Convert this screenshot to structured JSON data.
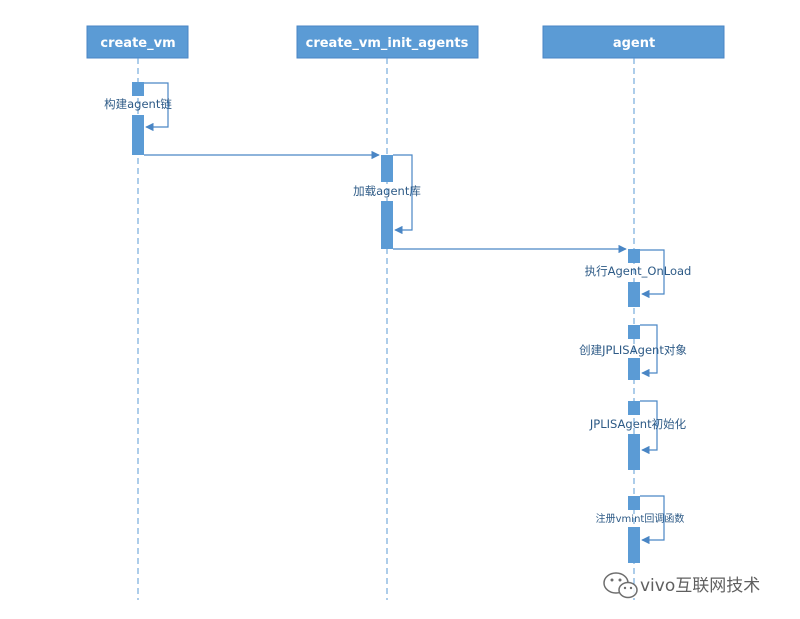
{
  "participants": {
    "create_vm": "create_vm",
    "init_agents": "create_vm_init_agents",
    "agent": "agent"
  },
  "messages": {
    "build_chain": "构建agent链",
    "load_lib": "加载agent库",
    "exec_onload": "执行Agent_OnLoad",
    "create_obj": "创建JPLISAgent对象",
    "init_obj": "JPLISAgent初始化",
    "register_cb": "注册vmint回调函数"
  },
  "watermark": {
    "text": "vivo互联网技术",
    "icon": "wechat-icon"
  },
  "colors": {
    "header": "#5b9bd5",
    "lifeline": "#5b9bd5",
    "activation": "#5b9bd5",
    "arrow": "#4a86c5",
    "label": "#2d5a86"
  }
}
